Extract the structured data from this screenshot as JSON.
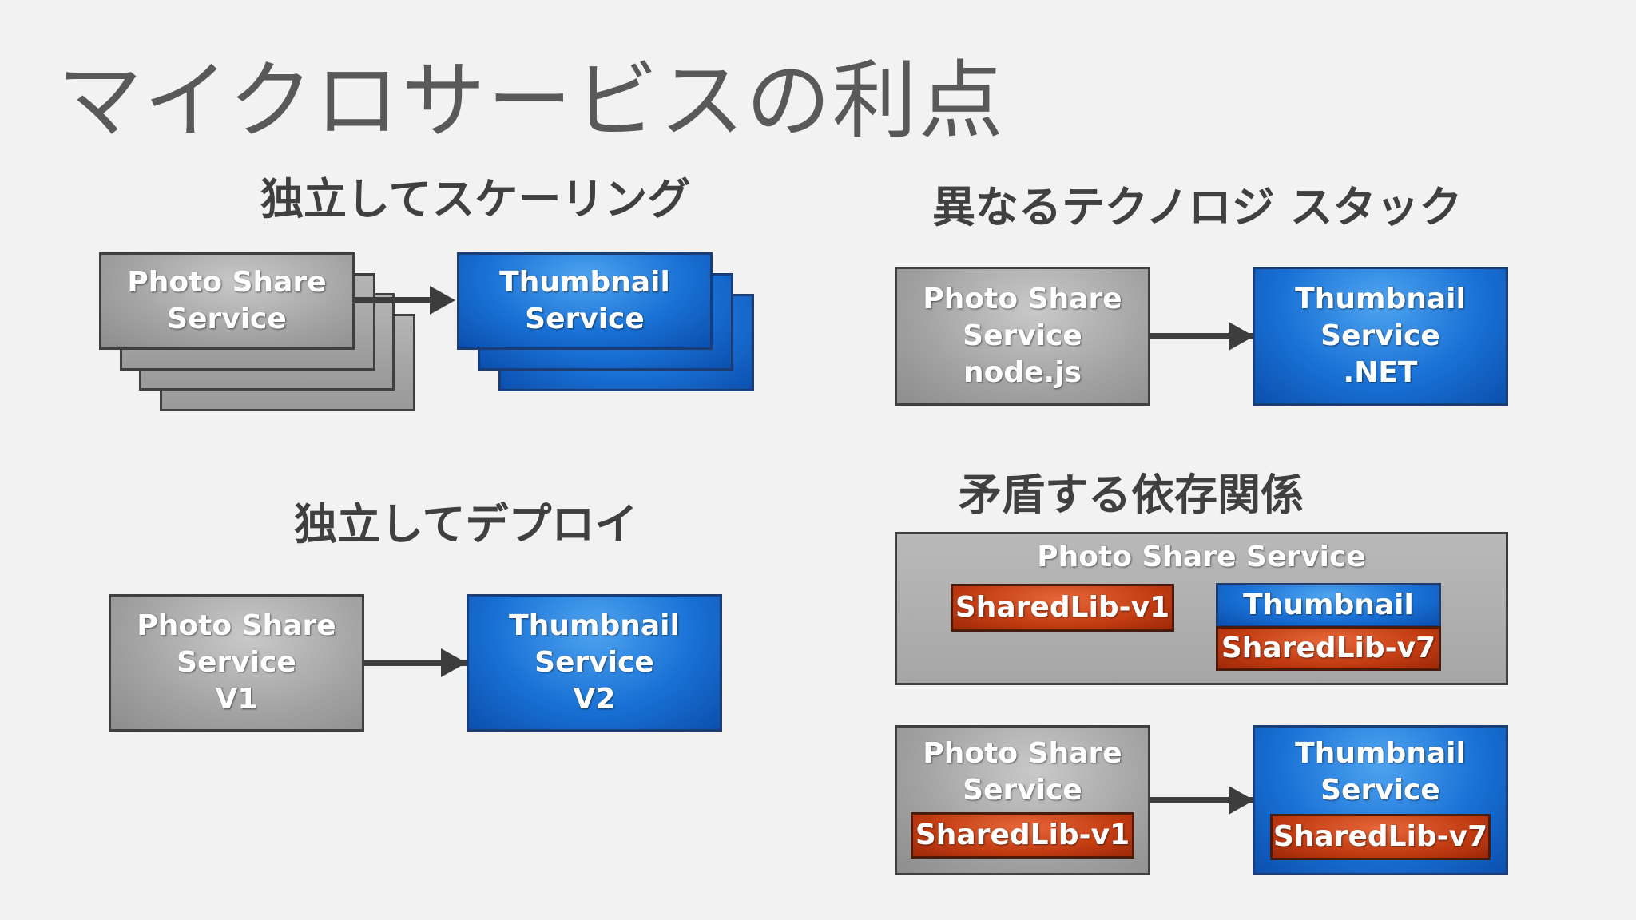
{
  "title": "マイクロサービスの利点",
  "sections": {
    "scaling": {
      "heading": "独立してスケーリング"
    },
    "tech_stack": {
      "heading": "異なるテクノロジ スタック"
    },
    "deploy": {
      "heading": "独立してデプロイ"
    },
    "conflicting": {
      "heading": "矛盾する依存関係"
    }
  },
  "boxes": {
    "scaling_photo": [
      "Photo Share",
      "Service"
    ],
    "scaling_thumb": [
      "Thumbnail",
      "Service"
    ],
    "tech_photo": [
      "Photo Share",
      "Service",
      "node.js"
    ],
    "tech_thumb": [
      "Thumbnail",
      "Service",
      ".NET"
    ],
    "deploy_photo": [
      "Photo Share",
      "Service",
      "V1"
    ],
    "deploy_thumb": [
      "Thumbnail",
      "Service",
      "V2"
    ],
    "conflict_container": "Photo Share Service",
    "conflict_lib1": "SharedLib-v1",
    "conflict_thumb": "Thumbnail",
    "conflict_lib7": "SharedLib-v7",
    "split_photo": [
      "Photo Share",
      "Service"
    ],
    "split_lib1": "SharedLib-v1",
    "split_thumb": [
      "Thumbnail",
      "Service"
    ],
    "split_lib7": "SharedLib-v7"
  },
  "colors": {
    "gray_box": "#a2a2a2",
    "blue_box": "#1a72d6",
    "red_box": "#c33c12",
    "arrow": "#3d3d3d"
  }
}
